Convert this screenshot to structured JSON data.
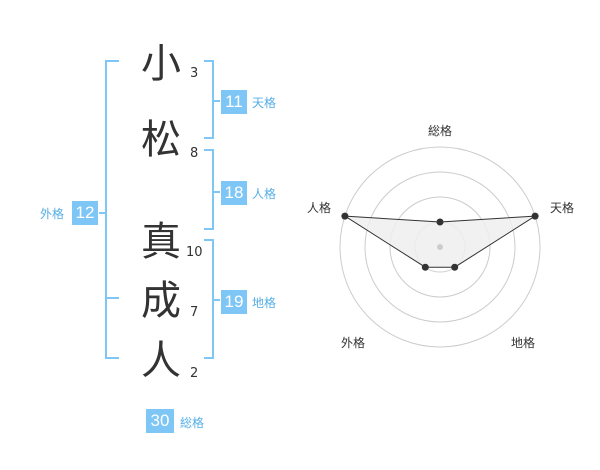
{
  "name": {
    "surname": [
      {
        "char": "小",
        "strokes": "3"
      },
      {
        "char": "松",
        "strokes": "8"
      }
    ],
    "given": [
      {
        "char": "真",
        "strokes": "10"
      },
      {
        "char": "成",
        "strokes": "7"
      },
      {
        "char": "人",
        "strokes": "2"
      }
    ]
  },
  "fortune": {
    "ten": {
      "value": "11",
      "label": "天格"
    },
    "jin": {
      "value": "18",
      "label": "人格"
    },
    "chi": {
      "value": "19",
      "label": "地格"
    },
    "gai": {
      "value": "12",
      "label": "外格"
    },
    "sou": {
      "value": "30",
      "label": "総格"
    }
  },
  "colors": {
    "bracket": "#7ec6f5",
    "box": "#7ec6f5",
    "label": "#55aee6",
    "ring": "#cccccc",
    "polygon_fill": "#eeeeee"
  },
  "chart_data": {
    "type": "radar",
    "axes": [
      "総格",
      "天格",
      "地格",
      "外格",
      "人格"
    ],
    "levels": 4,
    "max": 4,
    "values": [
      1,
      4,
      1,
      1,
      4
    ]
  }
}
